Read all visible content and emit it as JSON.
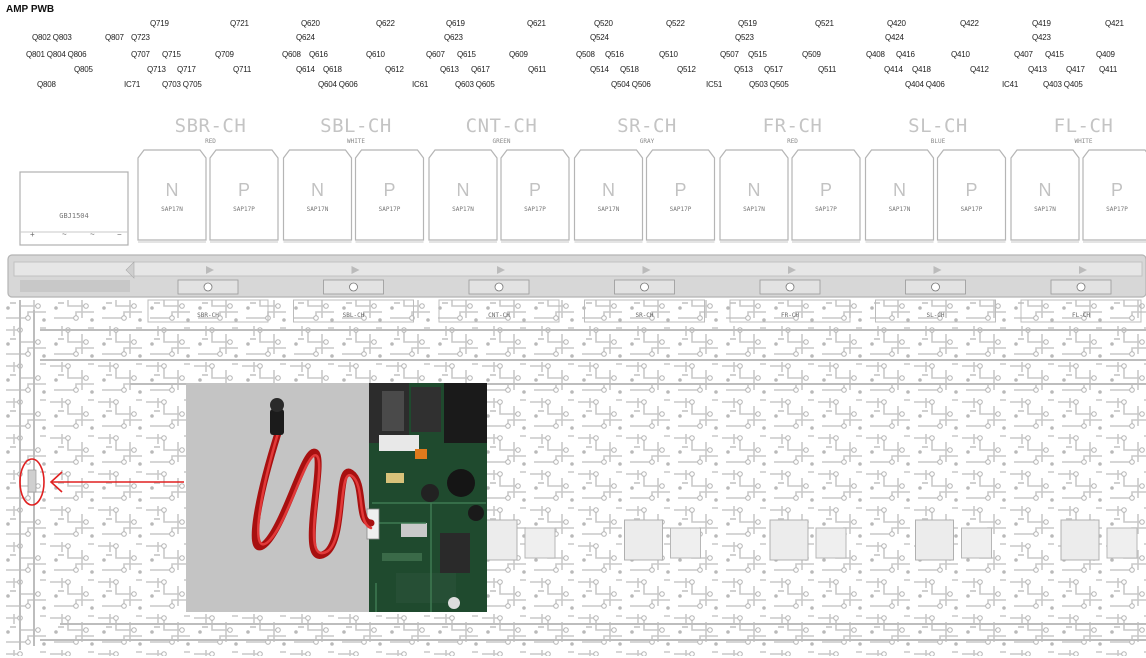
{
  "title": "AMP PWB",
  "transistor_label_rows": [
    [
      "Q719",
      "Q721",
      "Q620",
      "Q622",
      "Q619",
      "Q621",
      "Q520",
      "Q522",
      "Q519",
      "Q521",
      "Q420",
      "Q422",
      "Q419",
      "Q421"
    ],
    [
      "Q802 Q803",
      "Q807",
      "Q723",
      "Q624",
      "Q623",
      "Q524",
      "Q523",
      "Q424",
      "Q423"
    ],
    [
      "Q801 Q804 Q806",
      "Q707",
      "Q715",
      "Q709",
      "Q608",
      "Q616",
      "Q610",
      "Q607",
      "Q615",
      "Q609",
      "Q508",
      "Q516",
      "Q510",
      "Q507",
      "Q515",
      "Q509",
      "Q408",
      "Q416",
      "Q410",
      "Q407",
      "Q415",
      "Q409"
    ],
    [
      "Q805",
      "Q713",
      "Q717",
      "Q711",
      "Q614",
      "Q618",
      "Q612",
      "Q613",
      "Q617",
      "Q611",
      "Q514",
      "Q518",
      "Q512",
      "Q513",
      "Q517",
      "Q511",
      "Q414",
      "Q418",
      "Q412",
      "Q413",
      "Q417",
      "Q411"
    ],
    [
      "Q808",
      "IC71",
      "Q703 Q705",
      "Q604 Q606",
      "IC61",
      "Q603 Q605",
      "Q504 Q506",
      "IC51",
      "Q503 Q505",
      "Q404 Q406",
      "IC41",
      "Q403 Q405"
    ]
  ],
  "bridge_label": "GBJ1504",
  "bridge_pins": [
    "+",
    "~",
    "~",
    "−"
  ],
  "channels": [
    {
      "name": "SBR-CH",
      "color": "RED",
      "n_part": "SAP17N",
      "p_part": "SAP17P",
      "board_label": "SBR-CH"
    },
    {
      "name": "SBL-CH",
      "color": "WHITE",
      "n_part": "SAP17N",
      "p_part": "SAP17P",
      "board_label": "SBL-CH"
    },
    {
      "name": "CNT-CH",
      "color": "GREEN",
      "n_part": "SAP17N",
      "p_part": "SAP17P",
      "board_label": "CNT-CH"
    },
    {
      "name": "SR-CH",
      "color": "GRAY",
      "n_part": "SAP17N",
      "p_part": "SAP17P",
      "board_label": "SR-CH"
    },
    {
      "name": "FR-CH",
      "color": "RED",
      "n_part": "SAP17N",
      "p_part": "SAP17P",
      "board_label": "FR-CH"
    },
    {
      "name": "SL-CH",
      "color": "BLUE",
      "n_part": "SAP17N",
      "p_part": "SAP17P",
      "board_label": "SL-CH"
    },
    {
      "name": "FL-CH",
      "color": "WHITE",
      "n_part": "SAP17N",
      "p_part": "SAP17P",
      "board_label": "FL-CH"
    }
  ],
  "n_letter": "N",
  "p_letter": "P",
  "callout_color": "#e02020"
}
